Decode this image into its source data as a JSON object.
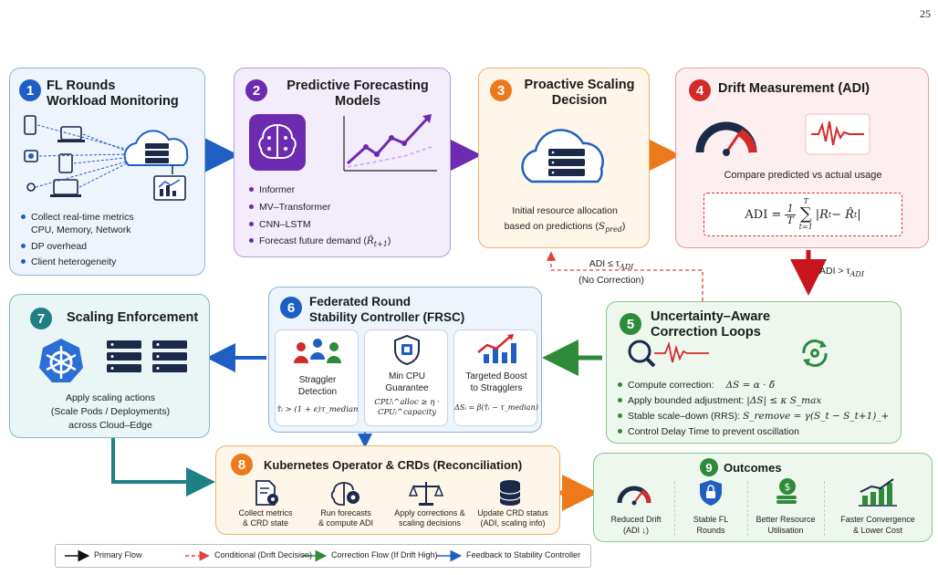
{
  "page_number": "25",
  "colors": {
    "blue": "#1f5fc4",
    "purple": "#6c2bb0",
    "orange": "#ec7a1c",
    "red": "#d42a2a",
    "green": "#2e8b3a",
    "teal": "#1e7f85",
    "navy": "#1c2a4a"
  },
  "box1": {
    "number": "1",
    "title_line1": "FL Rounds",
    "title_line2": "Workload Monitoring",
    "bullet1_line1": "Collect real-time metrics",
    "bullet1_line2": "CPU, Memory, Network",
    "bullet2": "DP overhead",
    "bullet3": "Client heterogeneity"
  },
  "box2": {
    "number": "2",
    "title_line1": "Predictive Forecasting",
    "title_line2": "Models",
    "items": [
      "Informer",
      "MV–Transformer",
      "CNN–LSTM"
    ],
    "item4_text": "Forecast future demand (",
    "item4_math": "R̂",
    "item4_sub": "t+1",
    "item4_close": ")"
  },
  "box3": {
    "number": "3",
    "title_line1": "Proactive Scaling",
    "title_line2": "Decision",
    "text_line1": "Initial resource allocation",
    "text_line2": "based on predictions (",
    "math": "S",
    "sub": "pred",
    "close": ")"
  },
  "box4": {
    "number": "4",
    "title": "Drift Measurement (ADI)",
    "text": "Compare predicted vs actual usage",
    "formula_lhs": "ADI =",
    "frac_num": "1",
    "frac_den": "T",
    "sum_top": "T",
    "sum_bot": "t=1",
    "formula_body": "|R",
    "formula_sub1": "t",
    "formula_mid": " − R̂",
    "formula_sub2": "t",
    "formula_end": "|"
  },
  "edge_labels": {
    "no_correction_line1": "ADI ≤ τ",
    "no_correction_sub": "ADI",
    "no_correction_line2": "(No Correction)",
    "drift_high": "ADI > τ",
    "drift_high_sub": "ADI"
  },
  "box5": {
    "number": "5",
    "title_line1": "Uncertainty–Aware",
    "title_line2": "Correction Loops",
    "bullets": [
      {
        "text": "Compute correction:",
        "math": "ΔS = α · δ̄"
      },
      {
        "text": "Apply bounded adjustment:",
        "math": "|ΔS| ≤ κ S_max"
      },
      {
        "text": "Stable scale–down (RRS):",
        "math": "S_remove = γ(S_t − S_t+1)_+"
      },
      {
        "text": "Control Delay Time to prevent oscillation",
        "math": ""
      }
    ]
  },
  "box6": {
    "number": "6",
    "title_line1": "Federated Round",
    "title_line2": "Stability Controller (FRSC)",
    "card1_line1": "Straggler",
    "card1_line2": "Detection",
    "card1_math": "τ̂ᵢ > (1 + ϵ)τ_median",
    "card2_line1": "Min CPU",
    "card2_line2": "Guarantee",
    "card2_math1": "CPUᵢ^alloc ≥ η ·",
    "card2_math2": "CPUᵢ^capacity",
    "card3_line1": "Targeted Boost",
    "card3_line2": "to Stragglers",
    "card3_math": "ΔSᵢ = β(τ̂ᵢ − τ_median)"
  },
  "box7": {
    "number": "7",
    "title": "Scaling Enforcement",
    "text_line1": "Apply scaling actions",
    "text_line2": "(Scale Pods / Deployments)",
    "text_line3": "across Cloud–Edge"
  },
  "box8": {
    "number": "8",
    "title": "Kubernetes Operator & CRDs (Reconciliation)",
    "steps": [
      {
        "l1": "Collect metrics",
        "l2": "& CRD state",
        "icon": "document-gear-icon"
      },
      {
        "l1": "Run forecasts",
        "l2": "& compute ADI",
        "icon": "brain-gear-icon"
      },
      {
        "l1": "Apply corrections &",
        "l2": "scaling decisions",
        "icon": "balance-scale-icon"
      },
      {
        "l1": "Update CRD status",
        "l2": "(ADI, scaling info)",
        "icon": "database-icon"
      }
    ]
  },
  "box9": {
    "number": "9",
    "title": "Outcomes",
    "items": [
      {
        "l1": "Reduced Drift",
        "l2": "(ADI ↓)"
      },
      {
        "l1": "Stable FL",
        "l2": "Rounds"
      },
      {
        "l1": "Better Resource",
        "l2": "Utilisation"
      },
      {
        "l1": "Faster Convergence",
        "l2": "& Lower Cost"
      }
    ]
  },
  "legend": {
    "primary": "Primary Flow",
    "conditional": "Conditional (Drift Decision)",
    "correction": "Correction Flow (If Drift High)",
    "feedback": "Feedback to Stability Controller"
  }
}
